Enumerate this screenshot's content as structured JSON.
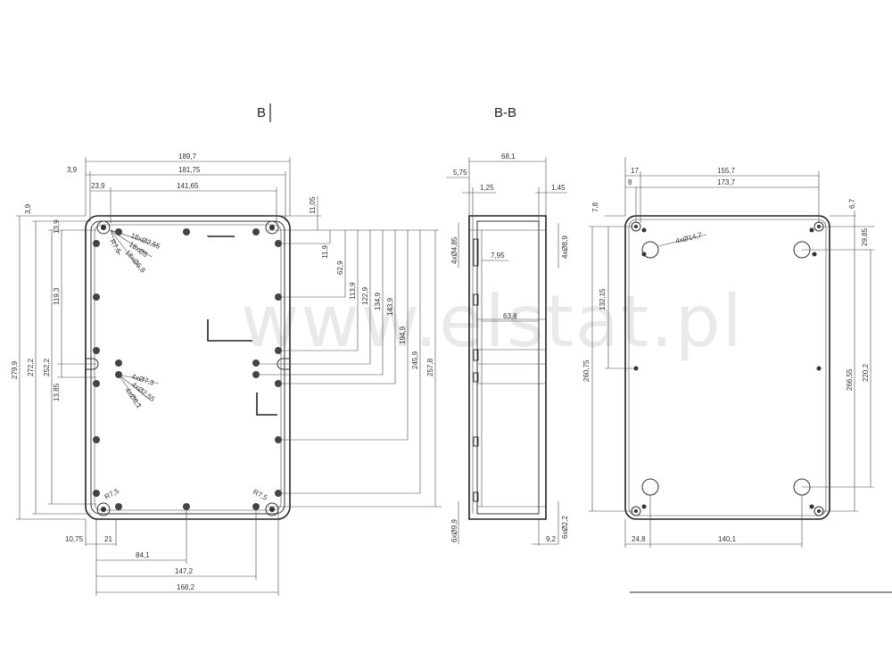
{
  "watermark": "www.elstat.pl",
  "views": {
    "top_label": "B",
    "section_label": "B-B"
  },
  "left_view": {
    "top_dims": [
      "189,7",
      "181,75",
      "141,65",
      "3,9",
      "23,9"
    ],
    "left_dims": [
      "3,9",
      "13,9",
      "119,3",
      "13,85",
      "279,9",
      "272,2",
      "252,2"
    ],
    "right_dims": [
      "11,05",
      "11,9",
      "62,9",
      "113,9",
      "122,9",
      "134,9",
      "143,9",
      "194,9",
      "245,9",
      "257,8"
    ],
    "bottom_dims": [
      "10,75",
      "21",
      "84,1",
      "147,2",
      "168,2"
    ],
    "hole_notes": [
      "18xØ2,55",
      "18xØ5",
      "18xØ6,8",
      "R7,5",
      "4xØ7,3",
      "4xØ2,55",
      "4xØ6,1",
      "R7,5",
      "R7,5"
    ]
  },
  "section_view": {
    "top_dims": [
      "68,1",
      "5,75",
      "1,25",
      "1,45"
    ],
    "side_dims": [
      "4xØ4,85",
      "4xØ8,9",
      "7,95",
      "63,8"
    ],
    "bottom_dims": [
      "6xØ9,9",
      "6xØ2,2",
      "9,2"
    ]
  },
  "right_view": {
    "top_dims": [
      "17",
      "155,7",
      "8",
      "173,7",
      "7,8",
      "6,7"
    ],
    "hole_note": "4xØ14,7",
    "left_dims": [
      "132,15",
      "260,75"
    ],
    "right_dims": [
      "29,85",
      "266,55",
      "220,2"
    ],
    "bottom_dims": [
      "24,8",
      "140,1"
    ]
  }
}
